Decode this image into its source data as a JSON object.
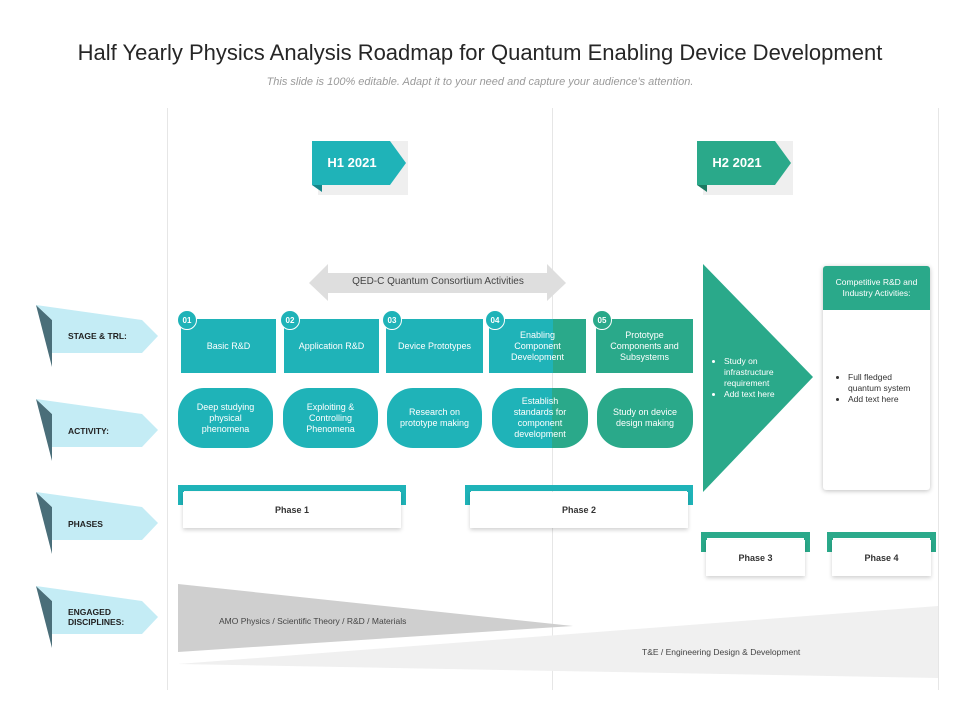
{
  "header": {
    "title": "Half Yearly Physics Analysis Roadmap for Quantum Enabling Device Development",
    "subtitle": "This slide is 100% editable. Adapt it to your need and capture your audience’s attention."
  },
  "halves": [
    "H1 2021",
    "H2 2021"
  ],
  "consortium": "QED-C Quantum Consortium Activities",
  "rows": [
    "STAGE  & TRL:",
    "ACTIVITY:",
    "PHASES",
    "ENGAGED DISCIPLINES:"
  ],
  "stages": [
    {
      "num": "01",
      "label": "Basic R&D"
    },
    {
      "num": "02",
      "label": "Application R&D"
    },
    {
      "num": "03",
      "label": "Device Prototypes"
    },
    {
      "num": "04",
      "label": "Enabling Component Development"
    },
    {
      "num": "05",
      "label": "Prototype Components and Subsystems"
    }
  ],
  "activities": [
    "Deep studying physical phenomena",
    "Exploiting & Controlling Phenomena",
    "Research on prototype making",
    "Establish standards for component development",
    "Study on device design making"
  ],
  "arrow_bullets": [
    "Study on infrastructure requirement",
    "Add text here"
  ],
  "card": {
    "title": "Competitive R&D and Industry Activities:",
    "bullets": [
      "Full fledged quantum system",
      "Add text here"
    ]
  },
  "phases": [
    "Phase 1",
    "Phase 2",
    "Phase 3",
    "Phase 4"
  ],
  "disciplines": [
    "AMO Physics / Scientific Theory / R&D / Materials",
    "T&E  / Engineering Design & Development"
  ],
  "colors": {
    "teal": "#1fb3b8",
    "green": "#2aa98a",
    "light_blue": "#c4ecf5",
    "grey_light": "#efefef"
  }
}
